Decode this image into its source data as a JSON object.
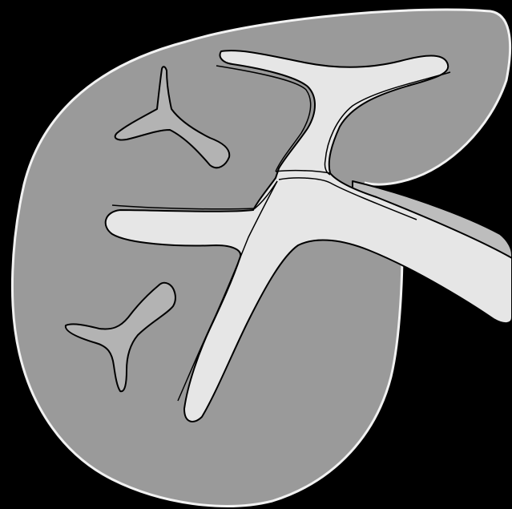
{
  "diagram": {
    "colors": {
      "background": "#000000",
      "organ_body": "#9a9a9a",
      "organ_edge": "#f2f2f2",
      "channel_fill": "#e6e6e6",
      "channel_shadow": "#bdbdbd",
      "small_branch_fill": "#b3b3b3",
      "stroke": "#000000"
    },
    "shapes": [
      "organ-body",
      "main-channel-system",
      "upper-left-branch",
      "lower-left-branch"
    ]
  }
}
